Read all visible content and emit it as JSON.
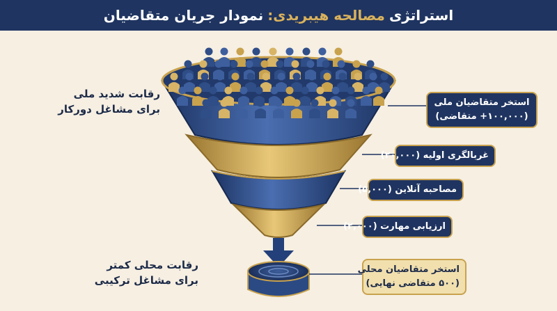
{
  "header": {
    "title_part1": "استراتژی",
    "title_highlight": "مصالحه هیبریدی:",
    "title_part2": "نمودار جریان متقاضیان"
  },
  "left_notes": {
    "top_line1": "رقابت شدید ملی",
    "top_line2": "برای مشاغل دورکار",
    "bottom_line1": "رقابت محلی کمتر",
    "bottom_line2": "برای مشاغل ترکیبی"
  },
  "stages": [
    {
      "line1": "استخر متقاضیان ملی",
      "line2": "(۱۰۰,۰۰۰+ متقاضی)"
    },
    {
      "line1": "غربالگری اولیه (۲۰,۰۰۰)"
    },
    {
      "line1": "مصاحبه آنلاین (۵,۰۰۰)"
    },
    {
      "line1": "ارزیابی مهارت (۲,۰۰۰)"
    },
    {
      "line1": "استخر متقاضیان محلی",
      "line2": "(۵۰۰ متقاضی نهایی)"
    }
  ],
  "colors": {
    "navy": "#1f3460",
    "blue": "#2f4d86",
    "gold": "#c9a24e",
    "cream": "#f6efe2"
  }
}
